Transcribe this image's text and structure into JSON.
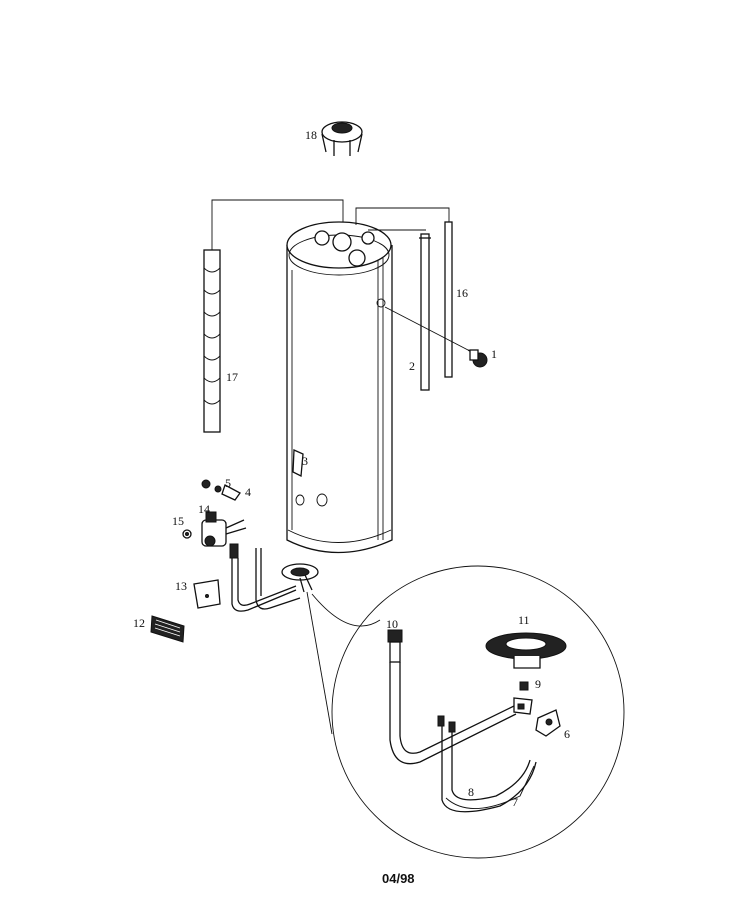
{
  "labels": {
    "p1": "1",
    "p2": "2",
    "p3": "3",
    "p4": "4",
    "p5": "5",
    "p6": "6",
    "p7": "7",
    "p8": "8",
    "p9": "9",
    "p10": "10",
    "p11": "11",
    "p12": "12",
    "p13": "13",
    "p14": "14",
    "p15": "15",
    "p16": "16",
    "p17": "17",
    "p18": "18"
  },
  "date_code": "04/98"
}
